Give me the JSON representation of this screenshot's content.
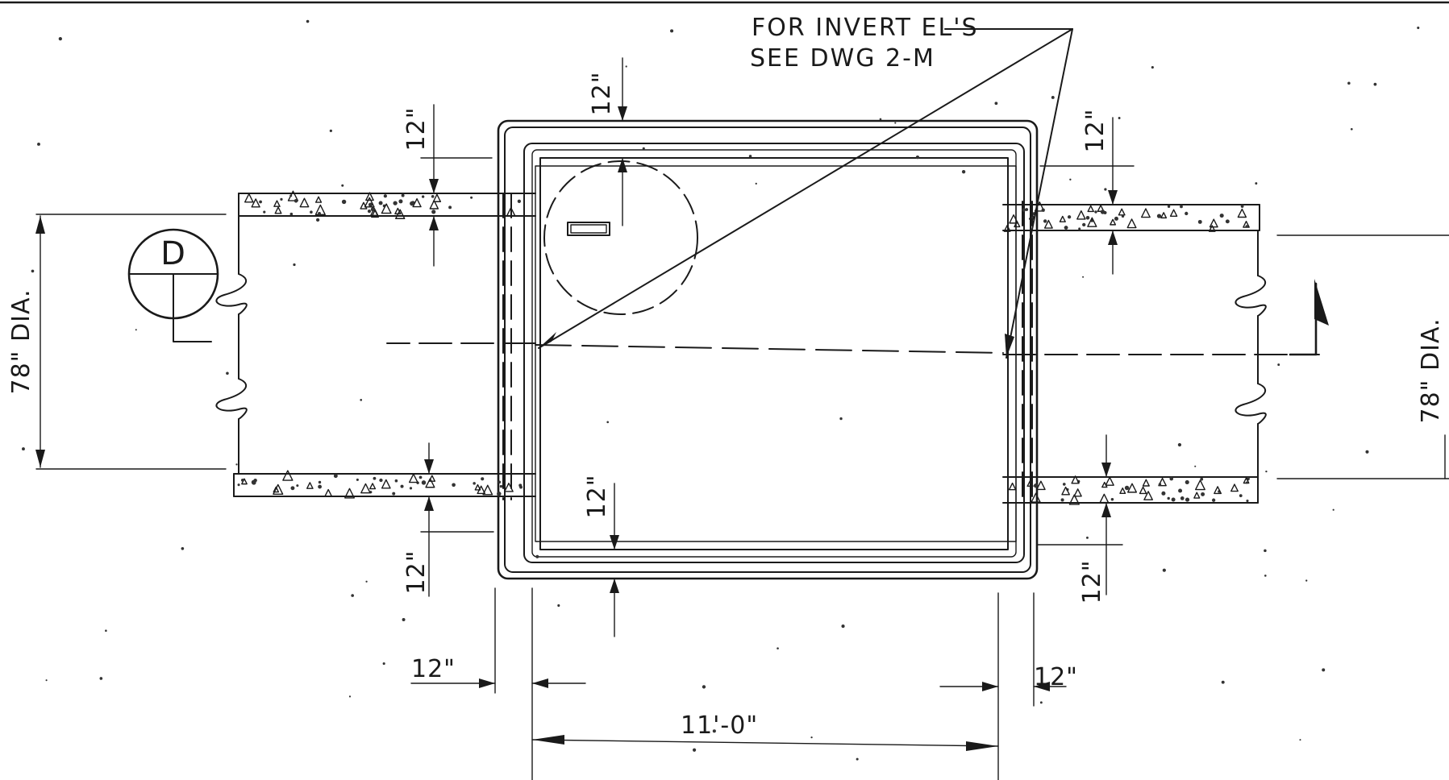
{
  "note": {
    "line1": "FOR INVERT EL'S",
    "line2": "SEE DWG 2-M"
  },
  "section_tag": {
    "letter": "D"
  },
  "dimensions": {
    "top_wall_thickness": "12\"",
    "left_top_wall": "12\"",
    "right_top_wall": "12\"",
    "left_bottom_wall": "12\"",
    "bottom_wall_thickness": "12\"",
    "right_bottom_wall": "12\"",
    "left_side_wall": "12\"",
    "right_side_wall": "12\"",
    "inside_width": "11'-0\"",
    "left_pipe_diameter": "78\" DIA.",
    "right_pipe_diameter": "78\" DIA."
  }
}
